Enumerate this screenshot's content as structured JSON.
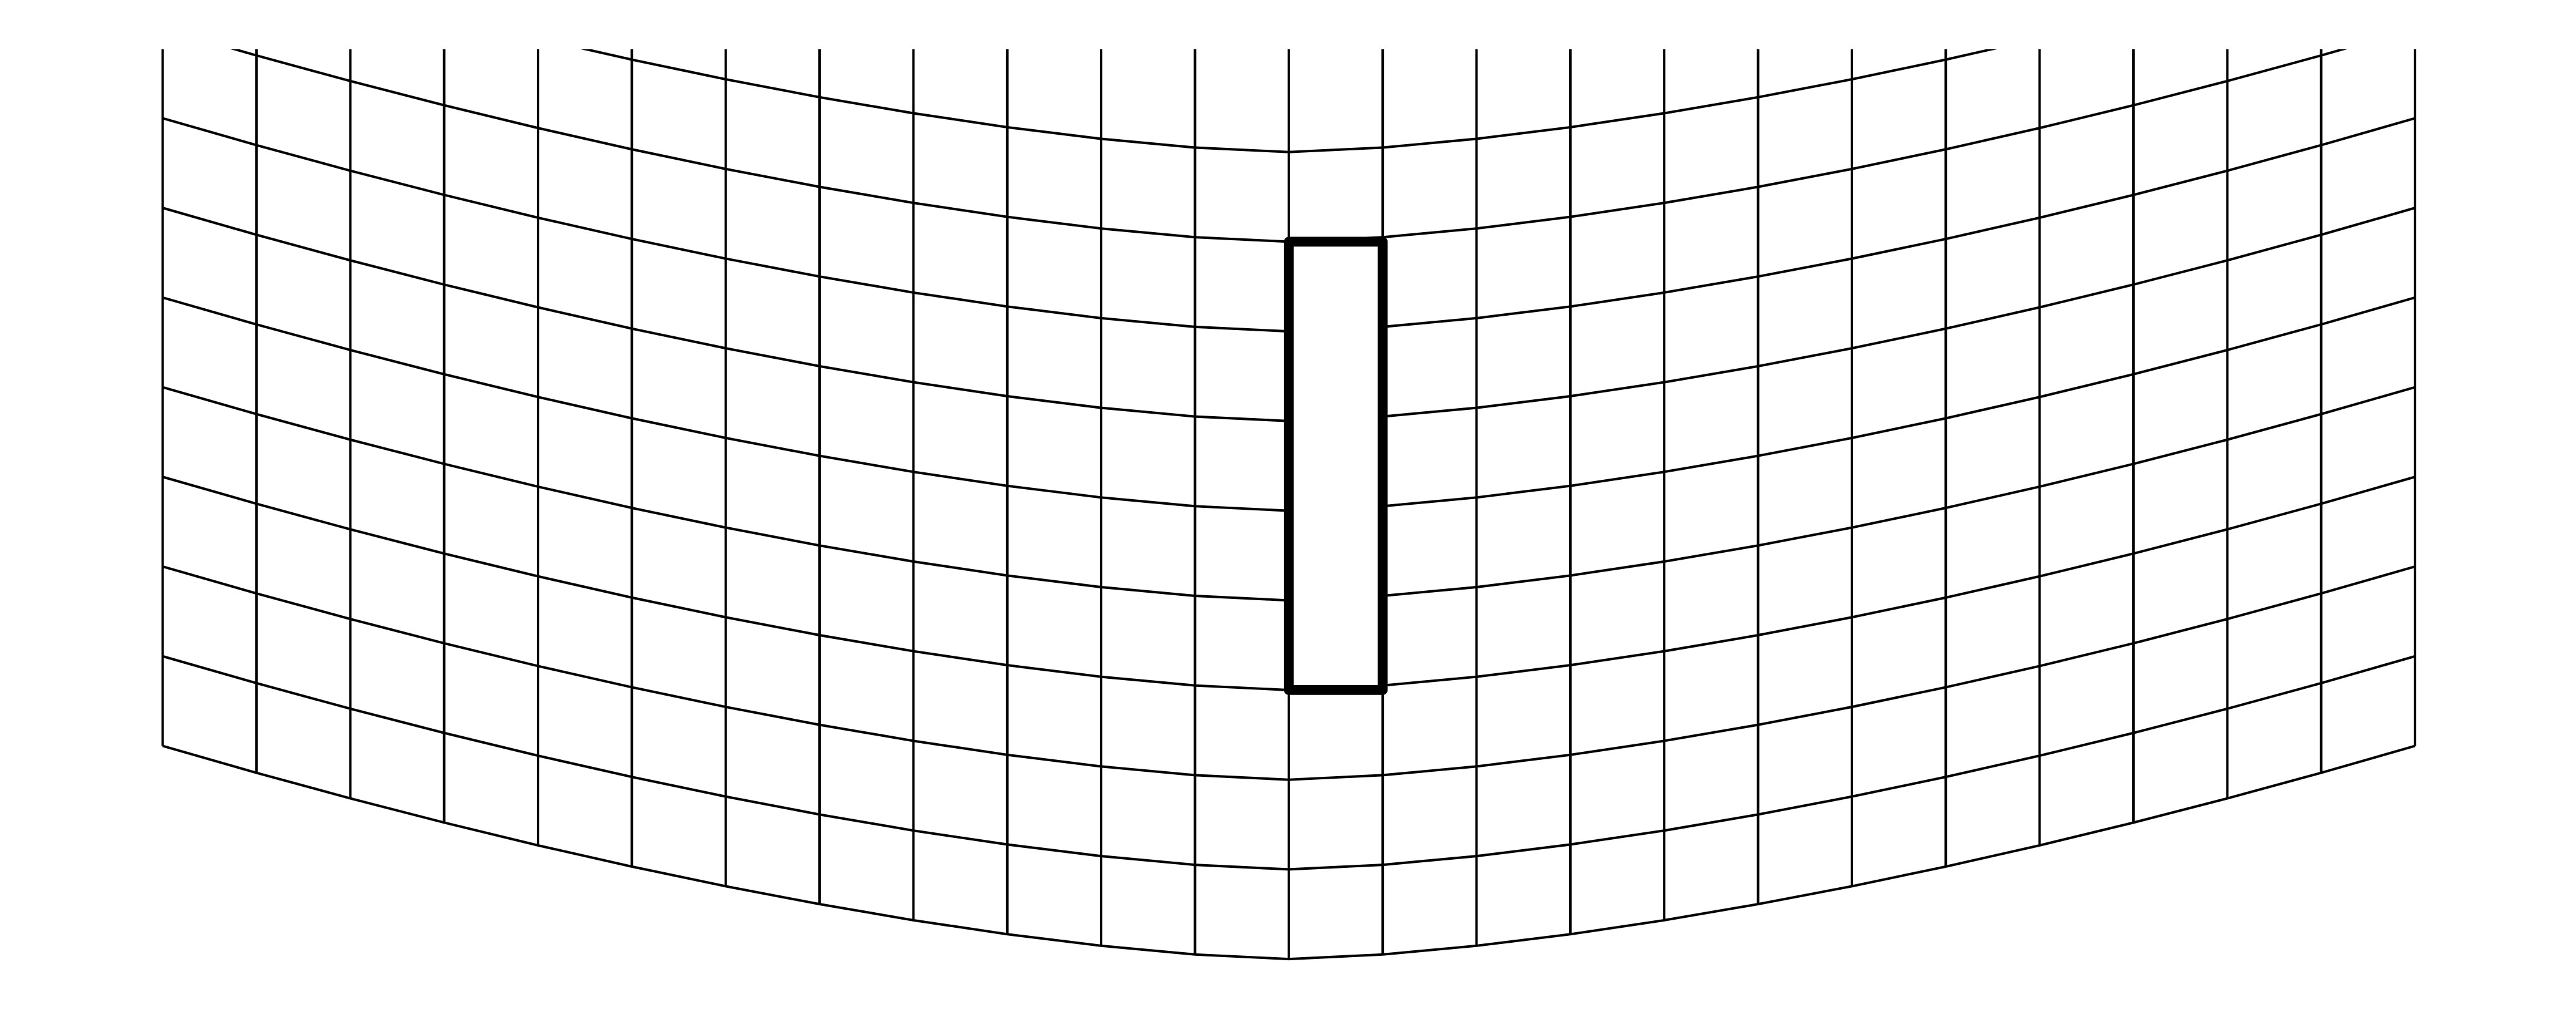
{
  "diagram": {
    "type": "deformed-grid",
    "columns": 25,
    "rows": 10,
    "highlight": {
      "column": 12,
      "row_start": 1,
      "row_end": 6
    },
    "colors": {
      "background": "#ffffff",
      "grid": "#000000",
      "highlight": "#000000"
    }
  }
}
